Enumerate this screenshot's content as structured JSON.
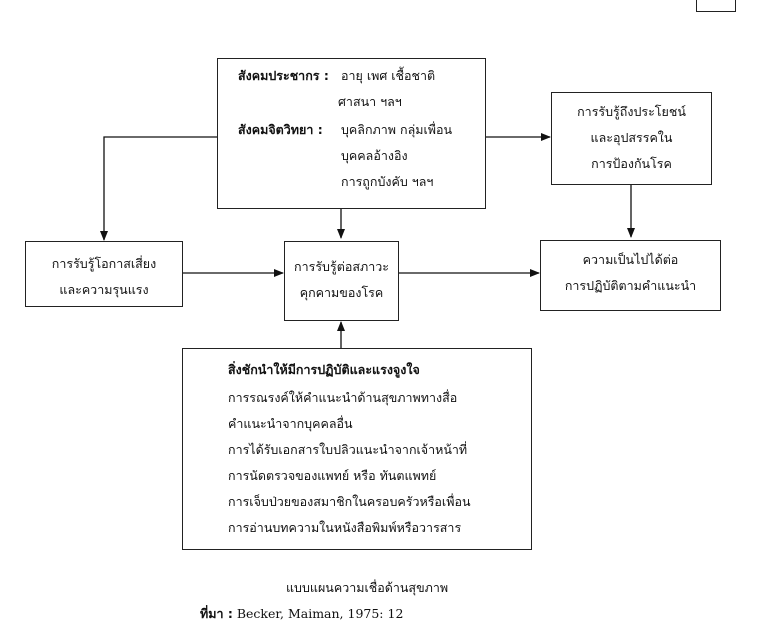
{
  "factors": {
    "demographic_label": "สังคมประชากร :",
    "demographic_line1": "อายุ  เพศ  เชื้อชาติ",
    "demographic_line2": "ศาสนา ฯลฯ",
    "sociopsych_label": "สังคมจิตวิทยา  :",
    "sociopsych_line1": "บุคลิกภาพ กลุ่มเพื่อน",
    "sociopsych_line2": "บุคคลอ้างอิง",
    "sociopsych_line3": "การถูกบังคับ ฯลฯ"
  },
  "benefits_box": {
    "line1": "การรับรู้ถึงประโยชน์",
    "line2": "และอุปสรรคใน",
    "line3": "การป้องกันโรค"
  },
  "susceptibility_box": {
    "line1": "การรับรู้โอกาสเสี่ยง",
    "line2": "และความรุนแรง"
  },
  "threat_box": {
    "line1": "การรับรู้ต่อสภาวะ",
    "line2": "คุกคามของโรค"
  },
  "likelihood_box": {
    "line1": "ความเป็นไปได้ต่อ",
    "line2": "การปฏิบัติตามคำแนะนำ"
  },
  "cues_box": {
    "title": "สิ่งชักนำให้มีการปฏิบัติและแรงจูงใจ",
    "items": [
      "การรณรงค์ให้คำแนะนำด้านสุขภาพทางสื่อ",
      "คำแนะนำจากบุคคลอื่น",
      "การได้รับเอกสารใบปลิวแนะนำจากเจ้าหน้าที่",
      "การนัดตรวจของแพทย์ หรือ ทันตแพทย์",
      "การเจ็บป่วยของสมาชิกในครอบครัวหรือเพื่อน",
      "การอ่านบทความในหนังสือพิมพ์หรือวารสาร"
    ]
  },
  "caption": "แบบแผนความเชื่อด้านสุขภาพ",
  "source": {
    "label": "ที่มา :",
    "text": "Becker, Maiman, 1975: 12"
  }
}
